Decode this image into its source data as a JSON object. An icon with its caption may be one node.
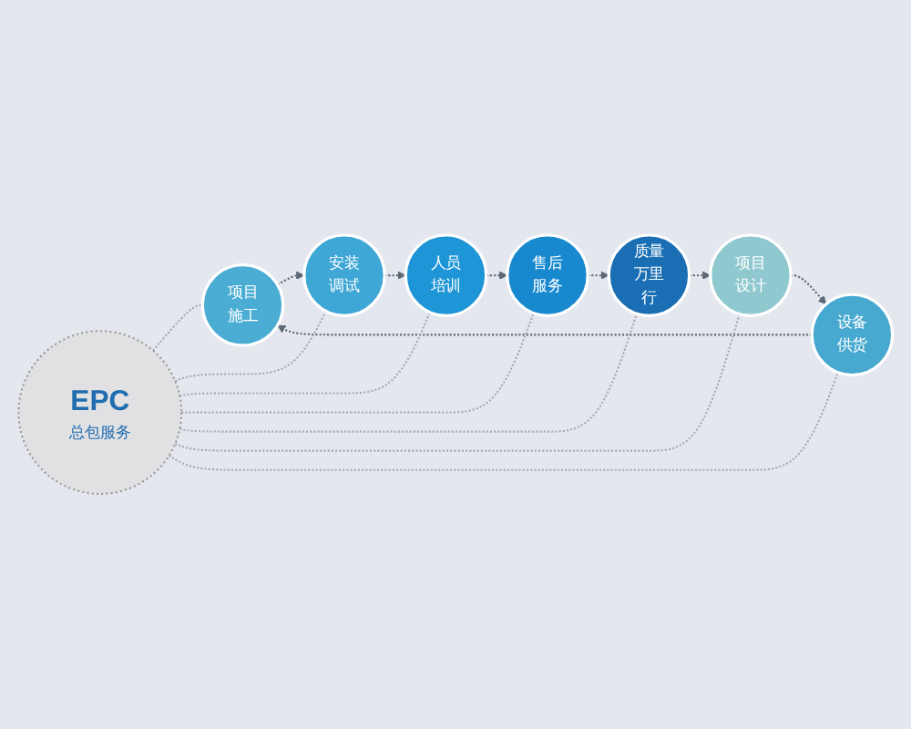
{
  "diagram": {
    "nodes": [
      {
        "text": [
          "EPC",
          "总包服务"
        ]
      },
      {
        "text": [
          "项目施工"
        ]
      },
      {
        "text": [
          "安装调试"
        ]
      },
      {
        "text": [
          "人员培训"
        ]
      },
      {
        "text": [
          "售后服务"
        ]
      },
      {
        "text": [
          "质量万里行"
        ]
      },
      {
        "text": [
          "项目设计"
        ]
      },
      {
        "text": [
          "设备供货"
        ]
      }
    ],
    "edges": [
      {
        "from": 1,
        "to": 2,
        "arrow": "to",
        "style": "dashed",
        "color": "#5d6875"
      },
      {
        "from": 2,
        "to": 3,
        "arrow": "to",
        "style": "dashed",
        "color": "#5d6875"
      },
      {
        "from": 3,
        "to": 4,
        "arrow": "to",
        "style": "dashed",
        "color": "#5d6875"
      },
      {
        "from": 4,
        "to": 5,
        "arrow": "to",
        "style": "dashed",
        "color": "#5d6875"
      },
      {
        "from": 5,
        "to": 6,
        "arrow": "to",
        "style": "dashed",
        "color": "#5d6875"
      },
      {
        "from": 6,
        "to": 7,
        "arrow": "to",
        "style": "dashed",
        "color": "#5d6875"
      },
      {
        "from": 7,
        "to": 1,
        "arrow": "to",
        "style": "dashed",
        "color": "#5d6875"
      },
      {
        "from": 0,
        "to": 1,
        "arrow": "none",
        "style": "dashed"
      },
      {
        "from": 0,
        "to": 2,
        "arrow": "none",
        "style": "dashed"
      },
      {
        "from": 0,
        "to": 3,
        "arrow": "none",
        "style": "dashed"
      },
      {
        "from": 0,
        "to": 4,
        "arrow": "none",
        "style": "dashed"
      },
      {
        "from": 0,
        "to": 5,
        "arrow": "none",
        "style": "dashed"
      },
      {
        "from": 0,
        "to": 6,
        "arrow": "none",
        "style": "dashed"
      },
      {
        "from": 0,
        "to": 7,
        "arrow": "none",
        "style": "dashed"
      }
    ]
  }
}
